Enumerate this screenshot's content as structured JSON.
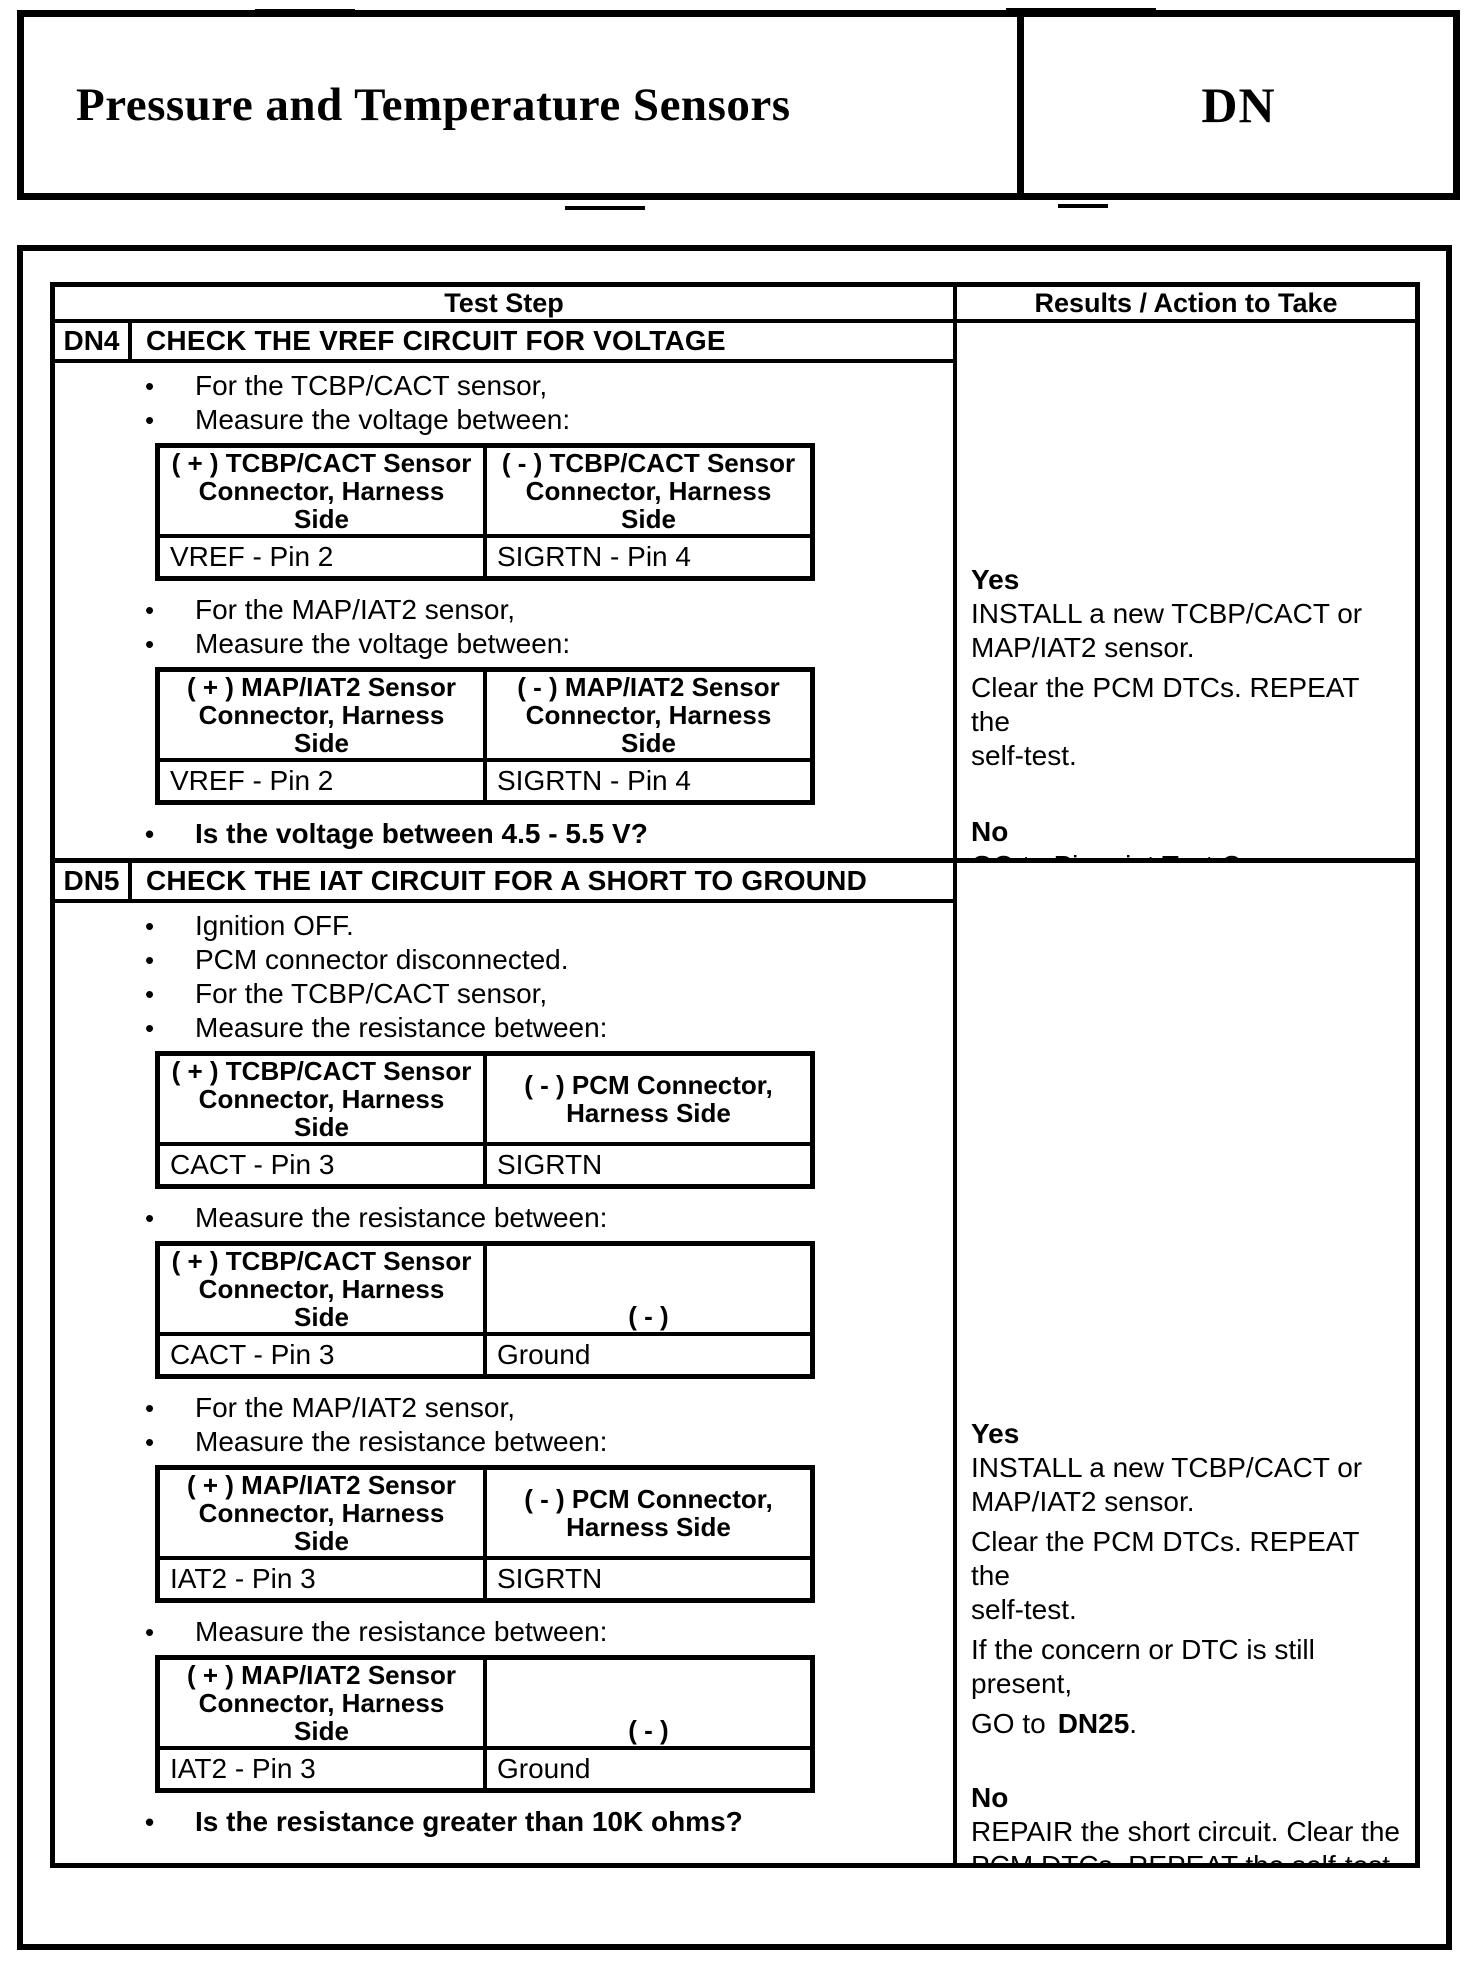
{
  "glyphs": {
    "bullet": "•"
  },
  "header": {
    "title": "Pressure and Temperature Sensors",
    "code": "DN"
  },
  "columns": {
    "test_step": "Test Step",
    "results": "Results / Action to Take"
  },
  "steps": {
    "dn4": {
      "id": "DN4",
      "title": "CHECK THE VREF CIRCUIT FOR VOLTAGE",
      "bullets_1": [
        "For the TCBP/CACT sensor,",
        "Measure the voltage between:"
      ],
      "table_1": {
        "plus": "( + ) TCBP/CACT Sensor\nConnector, Harness\nSide",
        "minus": "( - ) TCBP/CACT Sensor\nConnector, Harness\nSide",
        "plus_value": "VREF - Pin 2",
        "minus_value": "SIGRTN - Pin 4"
      },
      "bullets_2": [
        "For the MAP/IAT2 sensor,",
        "Measure the voltage between:"
      ],
      "table_2": {
        "plus": "( + ) MAP/IAT2 Sensor\nConnector, Harness\nSide",
        "minus": "( - ) MAP/IAT2 Sensor\nConnector, Harness\nSide",
        "plus_value": "VREF - Pin 2",
        "minus_value": "SIGRTN - Pin 4"
      },
      "question": "Is the voltage between 4.5 - 5.5 V?",
      "results": {
        "yes_label": "Yes",
        "yes_paragraphs": [
          "INSTALL a new TCBP/CACT or\nMAP/IAT2 sensor.",
          "Clear the PCM DTCs. REPEAT the\nself-test."
        ],
        "no_label": "No",
        "no_paragraphs": [
          "GO to Pinpoint Test C."
        ]
      }
    },
    "dn5": {
      "id": "DN5",
      "title": "CHECK THE IAT CIRCUIT FOR A SHORT TO GROUND",
      "bullets_1": [
        "Ignition OFF.",
        "PCM connector disconnected.",
        "For the TCBP/CACT sensor,",
        "Measure the resistance between:"
      ],
      "table_1": {
        "plus": "( + ) TCBP/CACT Sensor\nConnector, Harness\nSide",
        "minus": "( - ) PCM Connector,\nHarness Side",
        "plus_value": "CACT - Pin 3",
        "minus_value": "SIGRTN"
      },
      "bullets_2": [
        "Measure the resistance between:"
      ],
      "table_2": {
        "plus": "( + ) TCBP/CACT Sensor\nConnector, Harness\nSide",
        "minus": "( - )",
        "plus_value": "CACT - Pin 3",
        "minus_value": "Ground"
      },
      "bullets_3": [
        "For the MAP/IAT2 sensor,",
        "Measure the resistance between:"
      ],
      "table_3": {
        "plus": "( + ) MAP/IAT2 Sensor\nConnector, Harness\nSide",
        "minus": "( - ) PCM Connector,\nHarness Side",
        "plus_value": "IAT2 - Pin 3",
        "minus_value": "SIGRTN"
      },
      "bullets_4": [
        "Measure the resistance between:"
      ],
      "table_4": {
        "plus": "( + ) MAP/IAT2 Sensor\nConnector, Harness\nSide",
        "minus": "( - )",
        "plus_value": "IAT2 - Pin 3",
        "minus_value": "Ground"
      },
      "question": "Is the resistance greater than 10K ohms?",
      "results": {
        "yes_label": "Yes",
        "yes_paragraphs": [
          "INSTALL a new TCBP/CACT or\nMAP/IAT2 sensor.",
          "Clear the PCM DTCs. REPEAT the\nself-test.",
          "If the concern or DTC is still\npresent,"
        ],
        "goto": {
          "prefix": "GO to",
          "target": "DN25",
          "suffix": "."
        },
        "no_label": "No",
        "no_paragraphs": [
          "REPAIR the short circuit. Clear the\nPCM DTCs. REPEAT the self-test."
        ]
      }
    }
  }
}
